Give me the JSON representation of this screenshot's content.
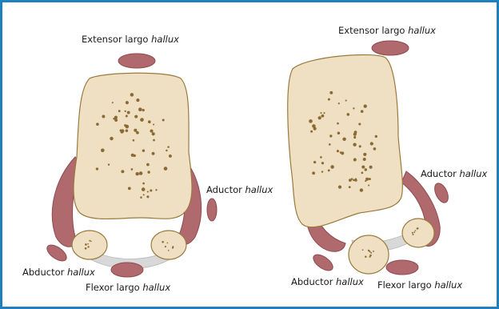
{
  "left_diagram": {
    "labels": {
      "extensor": {
        "text": "Extensor largo ",
        "italic": "hallux"
      },
      "adductor": {
        "text": "Aductor ",
        "italic": "hallux"
      },
      "abductor": {
        "text": "Abductor ",
        "italic": "hallux"
      },
      "flexor": {
        "text": "Flexor largo ",
        "italic": "hallux"
      }
    }
  },
  "right_diagram": {
    "labels": {
      "extensor": {
        "text": "Extensor largo ",
        "italic": "hallux"
      },
      "adductor": {
        "text": "Aductor ",
        "italic": "hallux"
      },
      "abductor": {
        "text": "Abductor ",
        "italic": "hallux"
      },
      "flexor": {
        "text": "Flexor largo ",
        "italic": "hallux"
      }
    }
  },
  "colors": {
    "frame": "#1f7fc0",
    "bone_fill": "#efe0c4",
    "bone_outline": "#9a7a3c",
    "pore": "#8a6a32",
    "muscle": "#b06a6e",
    "muscle_dark": "#8e4a4f",
    "ligament": "#d8d8d8"
  }
}
